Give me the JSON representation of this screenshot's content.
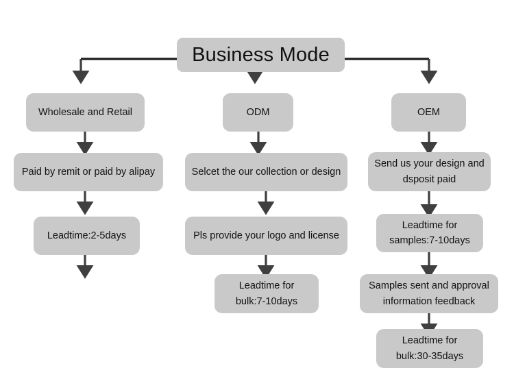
{
  "diagram": {
    "type": "flowchart",
    "title": "Business Mode",
    "background_color": "#ffffff",
    "node_color": "#c9c9c9",
    "text_color": "#111111",
    "connector_color": "#3f3f3f",
    "branches": [
      {
        "name": "wholesale-retail",
        "head": "Wholesale and Retail",
        "steps": [
          {
            "line1": "Paid by remit or paid by alipay",
            "line2": ""
          },
          {
            "line1": "Leadtime:2-5days",
            "line2": ""
          }
        ],
        "trailing_arrow": true
      },
      {
        "name": "odm",
        "head": "ODM",
        "steps": [
          {
            "line1": "Selcet the our collection or design",
            "line2": ""
          },
          {
            "line1": "Pls provide your logo and license",
            "line2": ""
          },
          {
            "line1": "Leadtime for",
            "line2": "bulk:7-10days"
          }
        ],
        "trailing_arrow": false
      },
      {
        "name": "oem",
        "head": "OEM",
        "steps": [
          {
            "line1": "Send us your design and",
            "line2": "dsposit paid"
          },
          {
            "line1": "Leadtime for",
            "line2": "samples:7-10days"
          },
          {
            "line1": "Samples sent and approval",
            "line2": "information feedback"
          },
          {
            "line1": "Leadtime for",
            "line2": "bulk:30-35days"
          }
        ],
        "trailing_arrow": false
      }
    ]
  }
}
